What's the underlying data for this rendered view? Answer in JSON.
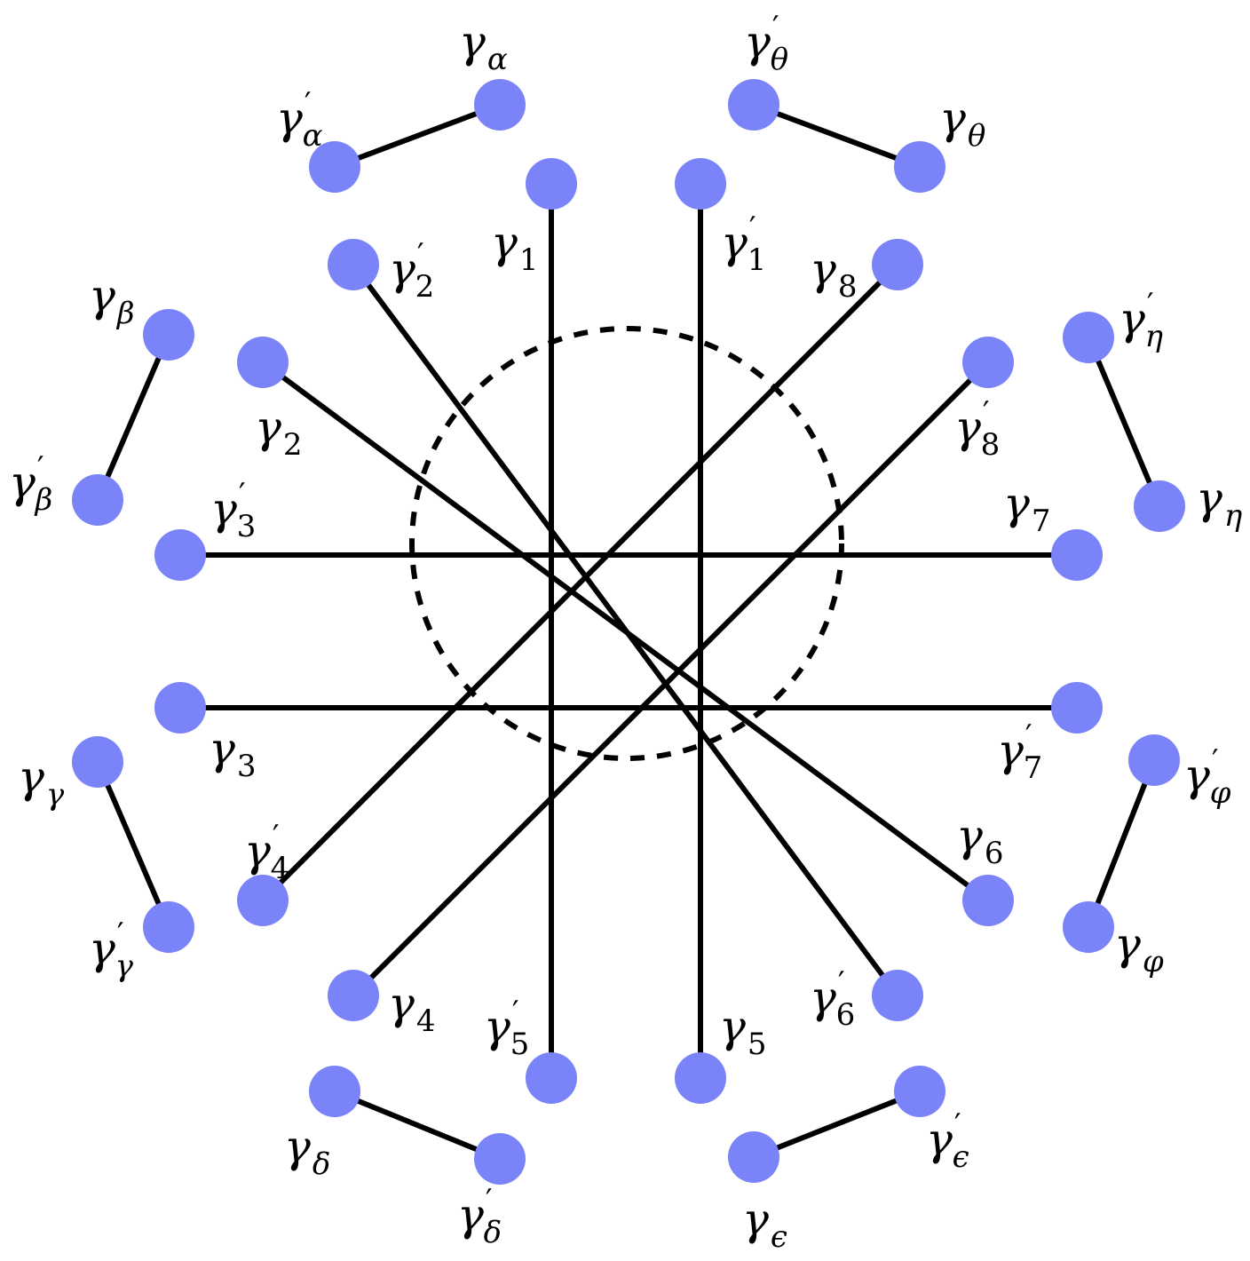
{
  "colors": {
    "node": "#7b83f8",
    "line": "#000000",
    "background": "#ffffff"
  },
  "inner_pairs": [
    {
      "id": "1",
      "a": {
        "id": "g1",
        "base": "γ",
        "sub": "1",
        "prime": false
      },
      "b": {
        "id": "g1p",
        "base": "γ",
        "sub": "1",
        "prime": true
      }
    },
    {
      "id": "2",
      "a": {
        "id": "g2",
        "base": "γ",
        "sub": "2",
        "prime": false
      },
      "b": {
        "id": "g2p",
        "base": "γ",
        "sub": "2",
        "prime": true
      }
    },
    {
      "id": "3",
      "a": {
        "id": "g3",
        "base": "γ",
        "sub": "3",
        "prime": false
      },
      "b": {
        "id": "g3p",
        "base": "γ",
        "sub": "3",
        "prime": true
      }
    },
    {
      "id": "4",
      "a": {
        "id": "g4",
        "base": "γ",
        "sub": "4",
        "prime": false
      },
      "b": {
        "id": "g4p",
        "base": "γ",
        "sub": "4",
        "prime": true
      }
    },
    {
      "id": "5",
      "a": {
        "id": "g5",
        "base": "γ",
        "sub": "5",
        "prime": false
      },
      "b": {
        "id": "g5p",
        "base": "γ",
        "sub": "5",
        "prime": true
      }
    },
    {
      "id": "6",
      "a": {
        "id": "g6",
        "base": "γ",
        "sub": "6",
        "prime": false
      },
      "b": {
        "id": "g6p",
        "base": "γ",
        "sub": "6",
        "prime": true
      }
    },
    {
      "id": "7",
      "a": {
        "id": "g7",
        "base": "γ",
        "sub": "7",
        "prime": false
      },
      "b": {
        "id": "g7p",
        "base": "γ",
        "sub": "7",
        "prime": true
      }
    },
    {
      "id": "8",
      "a": {
        "id": "g8",
        "base": "γ",
        "sub": "8",
        "prime": false
      },
      "b": {
        "id": "g8p",
        "base": "γ",
        "sub": "8",
        "prime": true
      }
    }
  ],
  "outer_pairs": [
    {
      "id": "alpha",
      "a": {
        "id": "ga",
        "base": "γ",
        "sub": "α",
        "prime": false
      },
      "b": {
        "id": "gap",
        "base": "γ",
        "sub": "α",
        "prime": true
      }
    },
    {
      "id": "theta",
      "a": {
        "id": "gth",
        "base": "γ",
        "sub": "θ",
        "prime": false
      },
      "b": {
        "id": "gthp",
        "base": "γ",
        "sub": "θ",
        "prime": true
      }
    },
    {
      "id": "beta",
      "a": {
        "id": "gb",
        "base": "γ",
        "sub": "β",
        "prime": false
      },
      "b": {
        "id": "gbp",
        "base": "γ",
        "sub": "β",
        "prime": true
      }
    },
    {
      "id": "eta",
      "a": {
        "id": "geta",
        "base": "γ",
        "sub": "η",
        "prime": false
      },
      "b": {
        "id": "getap",
        "base": "γ",
        "sub": "η",
        "prime": true
      }
    },
    {
      "id": "gamma",
      "a": {
        "id": "gg",
        "base": "γ",
        "sub": "γ",
        "prime": false
      },
      "b": {
        "id": "ggp",
        "base": "γ",
        "sub": "γ",
        "prime": true
      }
    },
    {
      "id": "phi",
      "a": {
        "id": "gphi",
        "base": "γ",
        "sub": "φ",
        "prime": false
      },
      "b": {
        "id": "gphip",
        "base": "γ",
        "sub": "φ",
        "prime": true
      }
    },
    {
      "id": "delta",
      "a": {
        "id": "gd",
        "base": "γ",
        "sub": "δ",
        "prime": false
      },
      "b": {
        "id": "gdp",
        "base": "γ",
        "sub": "δ",
        "prime": true
      }
    },
    {
      "id": "epsilon",
      "a": {
        "id": "geps",
        "base": "γ",
        "sub": "ϵ",
        "prime": false
      },
      "b": {
        "id": "gepsp",
        "base": "γ",
        "sub": "ϵ",
        "prime": true
      }
    }
  ],
  "center_region": {
    "style": "dashed-circle"
  }
}
